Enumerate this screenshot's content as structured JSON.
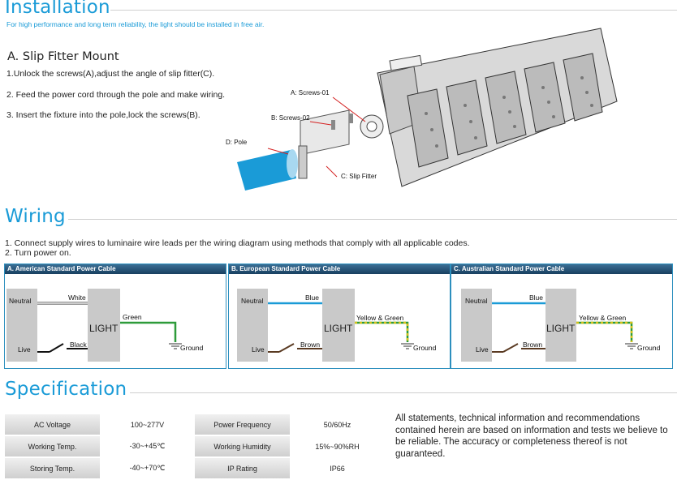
{
  "installation": {
    "title": "Installation",
    "subtitle": "For high performance and long term reliability, the light should be installed in free air.",
    "section_title": "A. Slip Fitter Mount",
    "steps": [
      "1.Unlock the screws(A),adjust the angle of slip fitter(C).",
      "2. Feed the power cord through the pole and make wiring.",
      "3. Insert the fixture into the pole,lock the screws(B)."
    ],
    "callouts": {
      "screws01": "A: Screws-01",
      "screws02": "B: Screws-02",
      "pole": "D: Pole",
      "slip_fitter": "C: Slip Fitter"
    }
  },
  "wiring": {
    "title": "Wiring",
    "notes": [
      "1. Connect supply wires to luminaire wire leads per the wiring diagram using methods that comply with all applicable codes.",
      "2. Turn power on."
    ],
    "panels": [
      {
        "header": "A. American Standard Power Cable",
        "neutral": "Neutral",
        "live": "Live",
        "light": "LIGHT",
        "wire_top": "White",
        "wire_bottom": "Black",
        "wire_ground": "Green",
        "ground": "Ground",
        "top_color": "#ffffff",
        "bottom_color": "#111111"
      },
      {
        "header": "B. European Standard Power Cable",
        "neutral": "Neutral",
        "live": "Live",
        "light": "LIGHT",
        "wire_top": "Blue",
        "wire_bottom": "Brown",
        "wire_ground": "Yellow & Green",
        "ground": "Ground",
        "top_color": "#1a9bd7",
        "bottom_color": "#5a3a22"
      },
      {
        "header": "C. Australian Standard Power Cable",
        "neutral": "Neutral",
        "live": "Live",
        "light": "LIGHT",
        "wire_top": "Blue",
        "wire_bottom": "Brown",
        "wire_ground": "Yellow & Green",
        "ground": "Ground",
        "top_color": "#1a9bd7",
        "bottom_color": "#5a3a22"
      }
    ]
  },
  "specification": {
    "title": "Specification",
    "rows": [
      {
        "k1": "AC Voltage",
        "v1": "100~277V",
        "k2": "Power Frequency",
        "v2": "50/60Hz"
      },
      {
        "k1": "Working Temp.",
        "v1": "-30~+45℃",
        "k2": "Working Humidity",
        "v2": "15%~90%RH"
      },
      {
        "k1": "Storing Temp.",
        "v1": "-40~+70℃",
        "k2": "IP Rating",
        "v2": "IP66"
      }
    ],
    "disclaimer": "All statements, technical information and recommendations contained herein are based on information and tests we believe to be reliable. The accuracy or completeness thereof is not guaranteed."
  },
  "colors": {
    "accent": "#1a9bd7",
    "panel_header": "#1f4a6e",
    "green_wire": "#2e9b3a",
    "yellow_wire": "#d7c21a"
  }
}
